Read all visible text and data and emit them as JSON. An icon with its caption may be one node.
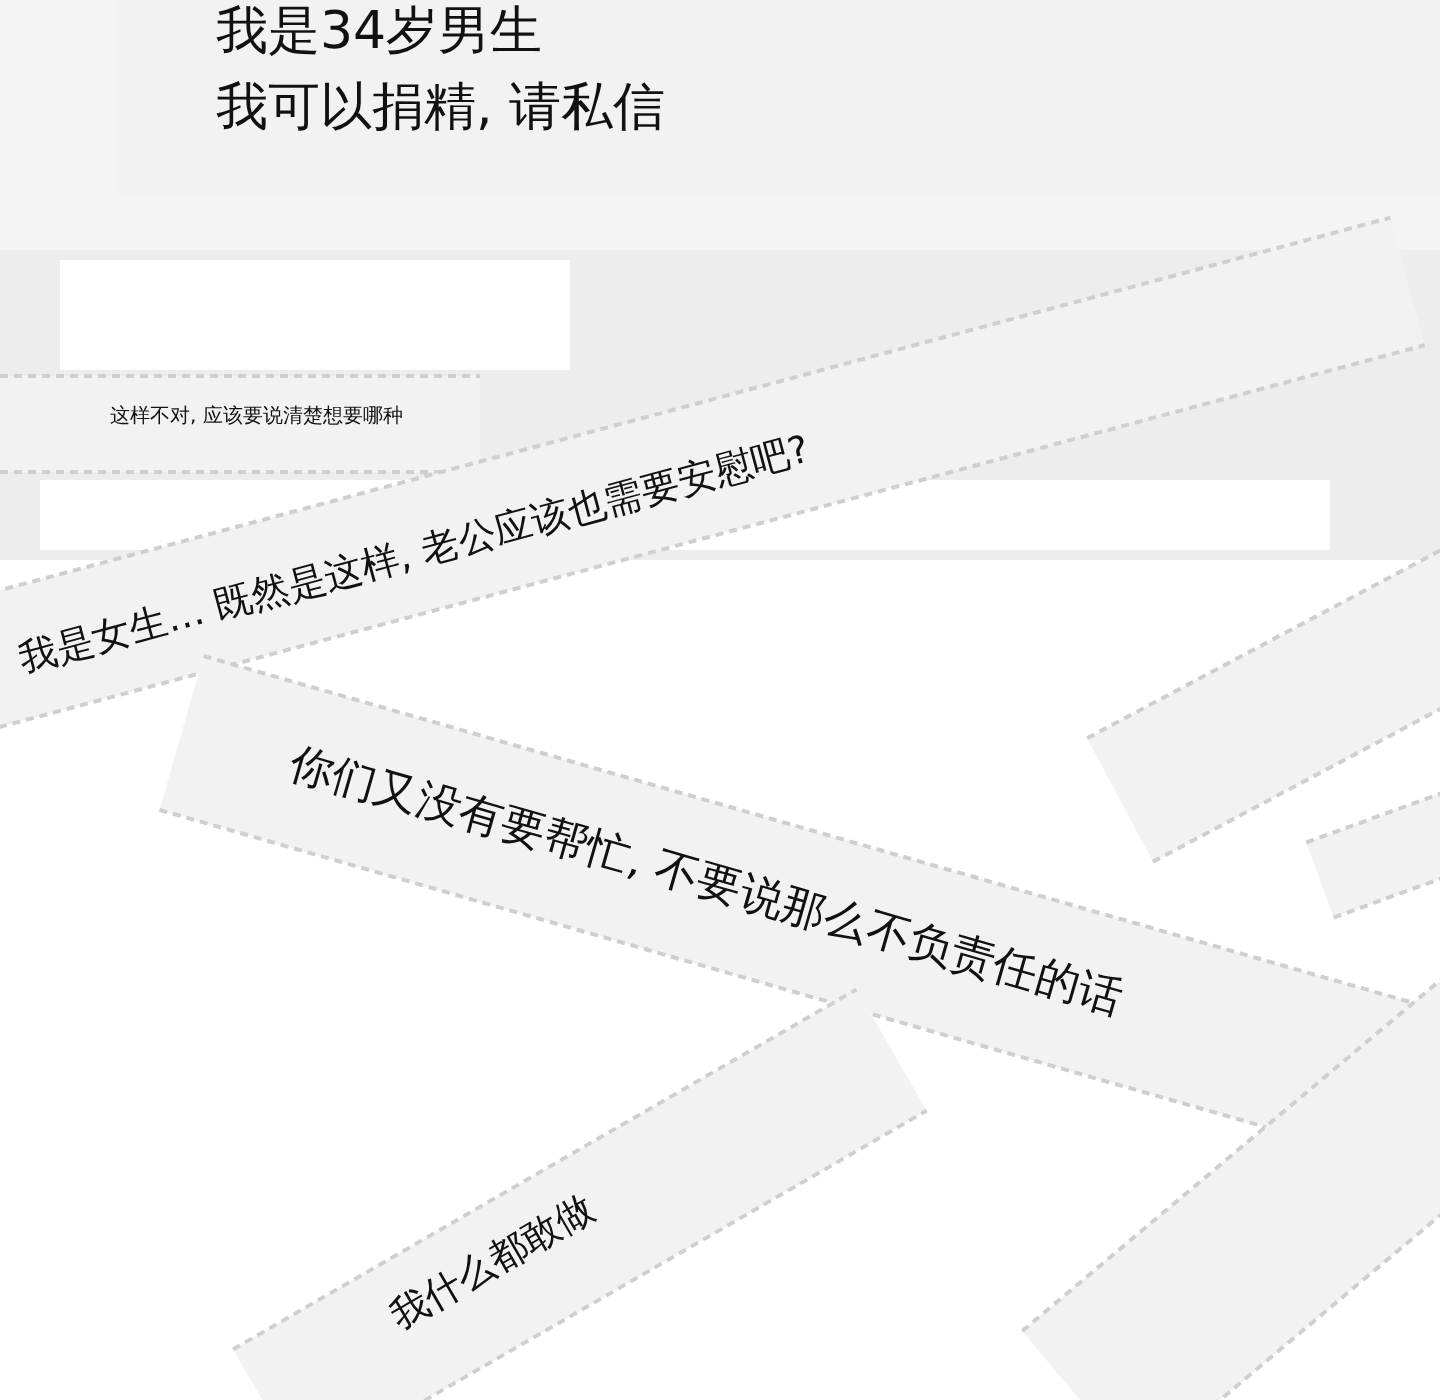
{
  "diagram": {
    "nodes": [
      {
        "text": [
          "我是34岁男生",
          "我可以捐精, 请私信"
        ]
      },
      {
        "text": [
          "这样不对, 应该要说清楚想要哪种"
        ]
      },
      {
        "text": [
          "我是女生… 既然是这样, 老公应该也需要安慰吧?"
        ]
      },
      {
        "text": [
          "你们又没有要帮忙, 不要说那么不负责任的话"
        ]
      },
      {
        "text": [
          "我什么都敢做"
        ]
      }
    ]
  }
}
